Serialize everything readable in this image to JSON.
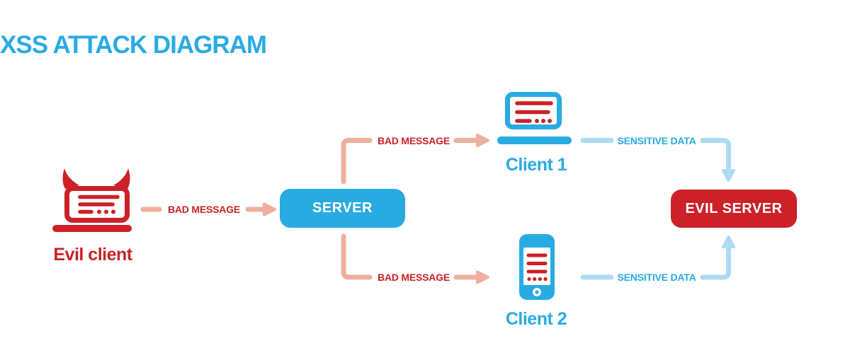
{
  "title": "XSS ATTACK DIAGRAM",
  "colors": {
    "blue": "#29ABE2",
    "red": "#CB2127",
    "salmon": "#EFAF9E",
    "lightblue": "#AEDBF2",
    "bg": "#FFFFFF"
  },
  "nodes": {
    "evil_client": {
      "label": "Evil client",
      "icon": "devil-laptop-icon"
    },
    "server": {
      "label": "SERVER"
    },
    "client1": {
      "label": "Client 1",
      "icon": "laptop-icon"
    },
    "client2": {
      "label": "Client 2",
      "icon": "smartphone-icon"
    },
    "evil_server": {
      "label": "EVIL SERVER"
    }
  },
  "edges": {
    "evil_to_server": {
      "label": "BAD MESSAGE"
    },
    "server_to_client1": {
      "label": "BAD MESSAGE"
    },
    "server_to_client2": {
      "label": "BAD MESSAGE"
    },
    "client1_to_evil_server": {
      "label": "SENSITIVE DATA"
    },
    "client2_to_evil_server": {
      "label": "SENSITIVE DATA"
    }
  }
}
